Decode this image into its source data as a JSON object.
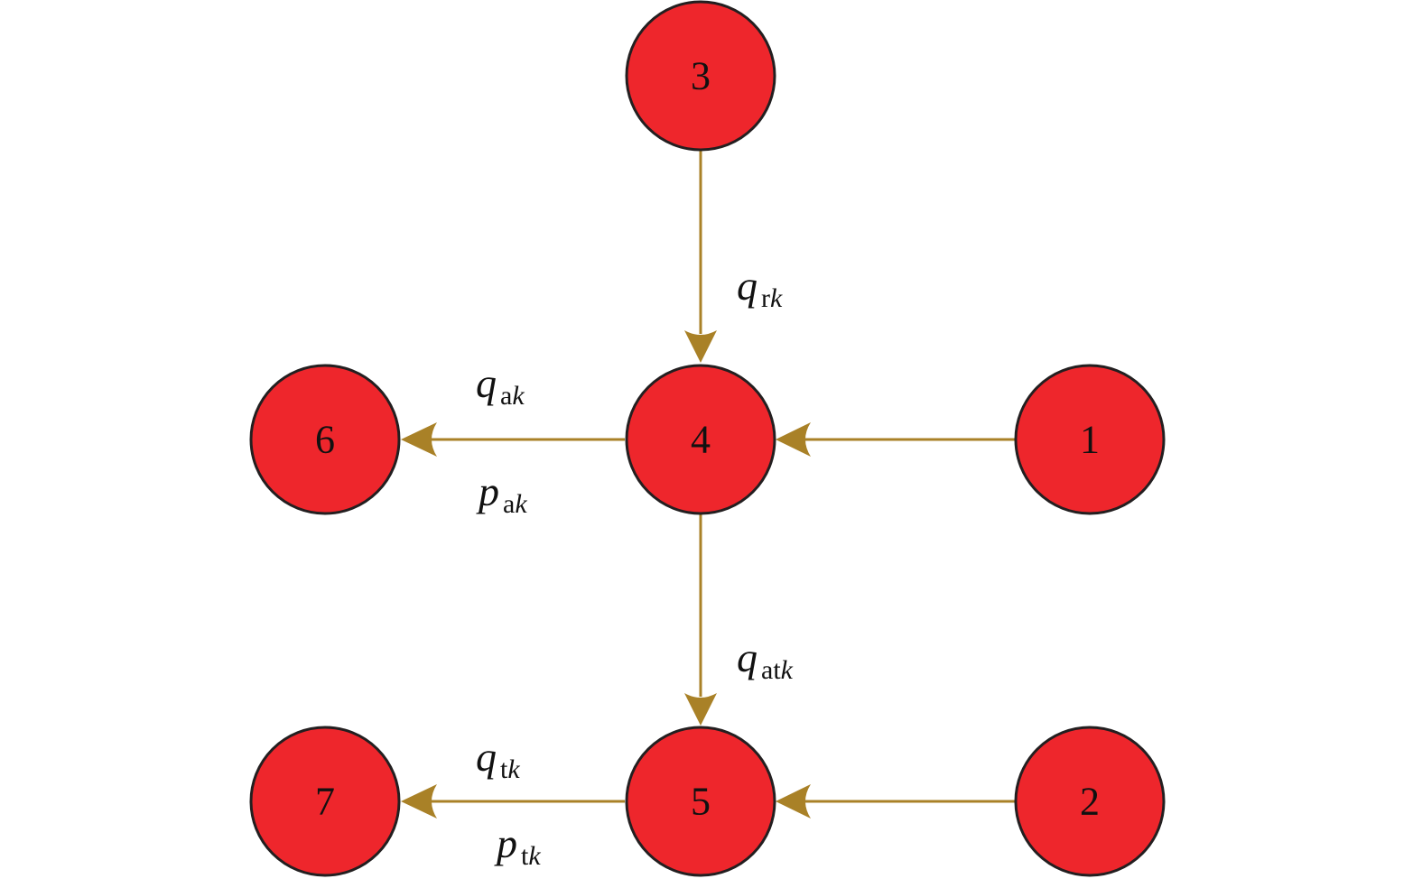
{
  "diagram": {
    "type": "flow-network",
    "colors": {
      "node_fill": "#ee262c",
      "node_stroke": "#231f20",
      "edge": "#a98127",
      "text": "#111111"
    },
    "nodes": [
      {
        "id": "3",
        "label": "3"
      },
      {
        "id": "6",
        "label": "6"
      },
      {
        "id": "4",
        "label": "4"
      },
      {
        "id": "1",
        "label": "1"
      },
      {
        "id": "7",
        "label": "7"
      },
      {
        "id": "5",
        "label": "5"
      },
      {
        "id": "2",
        "label": "2"
      }
    ],
    "edges": [
      {
        "from": "3",
        "to": "4",
        "labels": [
          {
            "var": "q",
            "sub": "r",
            "k": "k"
          }
        ]
      },
      {
        "from": "1",
        "to": "4",
        "labels": []
      },
      {
        "from": "4",
        "to": "6",
        "labels": [
          {
            "var": "q",
            "sub": "a",
            "k": "k"
          },
          {
            "var": "p",
            "sub": "a",
            "k": "k"
          }
        ]
      },
      {
        "from": "4",
        "to": "5",
        "labels": [
          {
            "var": "q",
            "sub": "at",
            "k": "k"
          }
        ]
      },
      {
        "from": "2",
        "to": "5",
        "labels": []
      },
      {
        "from": "5",
        "to": "7",
        "labels": [
          {
            "var": "q",
            "sub": "t",
            "k": "k"
          },
          {
            "var": "p",
            "sub": "t",
            "k": "k"
          }
        ]
      }
    ]
  }
}
